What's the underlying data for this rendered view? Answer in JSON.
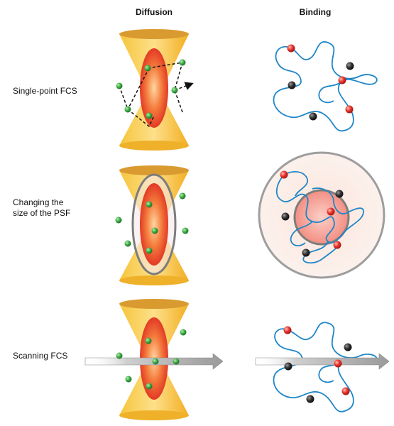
{
  "headers": {
    "diffusion": "Diffusion",
    "binding": "Binding"
  },
  "rows": [
    {
      "label_lines": [
        "Single-point FCS"
      ]
    },
    {
      "label_lines": [
        "Changing the",
        "size of the PSF"
      ]
    },
    {
      "label_lines": [
        "Scanning FCS"
      ]
    }
  ],
  "colors": {
    "cone": "#f2b52a",
    "cone_rim": "#d89b2a",
    "focal_red": "#e8432c",
    "particle_green": "#2e9a3c",
    "particle_red": "#d8262a",
    "particle_black": "#2a2a2a",
    "chromatin": "#1f86c8",
    "psf_outline": "#7d7d7d",
    "scan_arrow": "#9a9a9a"
  }
}
